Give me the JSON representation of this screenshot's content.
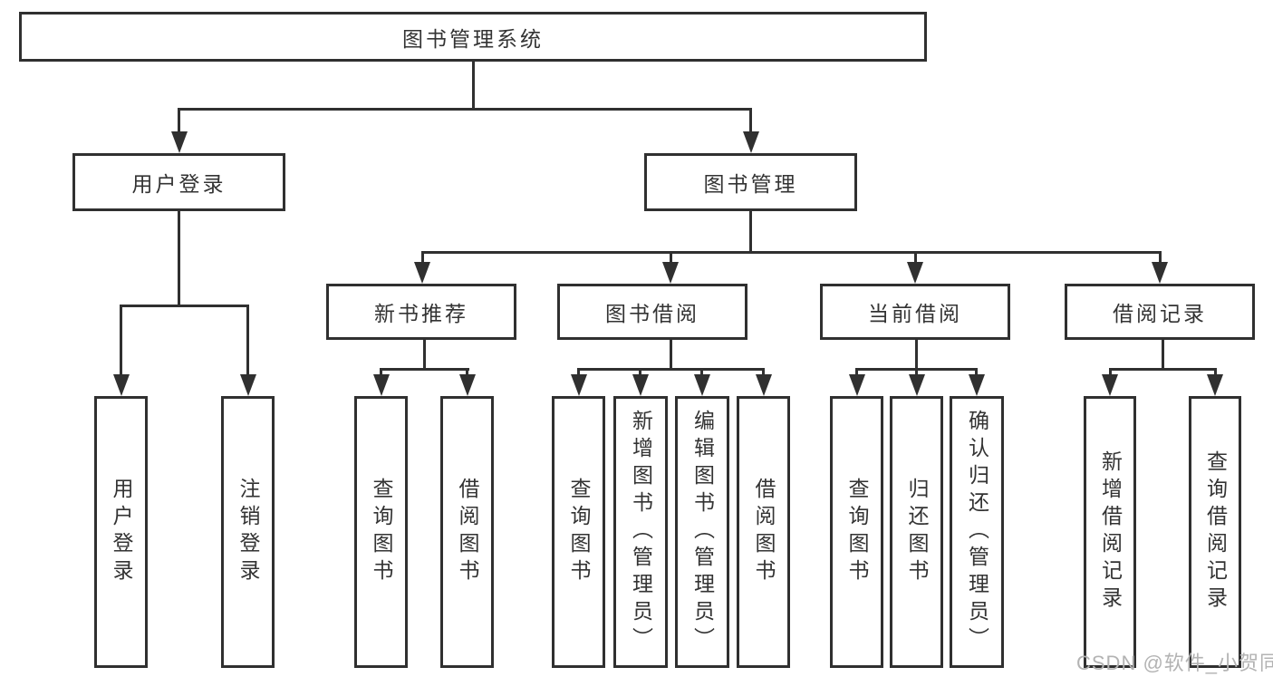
{
  "nodes": {
    "root": "图书管理系统",
    "user_login": "用户登录",
    "book_mgmt": "图书管理",
    "new_book_rec": "新书推荐",
    "book_borrow": "图书借阅",
    "current_borrow": "当前借阅",
    "borrow_records": "借阅记录",
    "ul_user_login": "用户登录",
    "ul_logout": "注销登录",
    "nbr_query_book": "查询图书",
    "nbr_borrow_book": "借阅图书",
    "bb_query_book": "查询图书",
    "bb_add_book": "新增图书（管理员）",
    "bb_edit_book": "编辑图书（管理员）",
    "bb_borrow_book": "借阅图书",
    "cb_query_book": "查询图书",
    "cb_return_book": "归还图书",
    "cb_confirm_return": "确认归还（管理员）",
    "br_add_record": "新增借阅记录",
    "br_query_record": "查询借阅记录"
  },
  "watermark": "CSDN @软件_小贺同学",
  "colors": {
    "line": "#303030",
    "text": "#333333",
    "watermark": "#b3b3b3"
  }
}
